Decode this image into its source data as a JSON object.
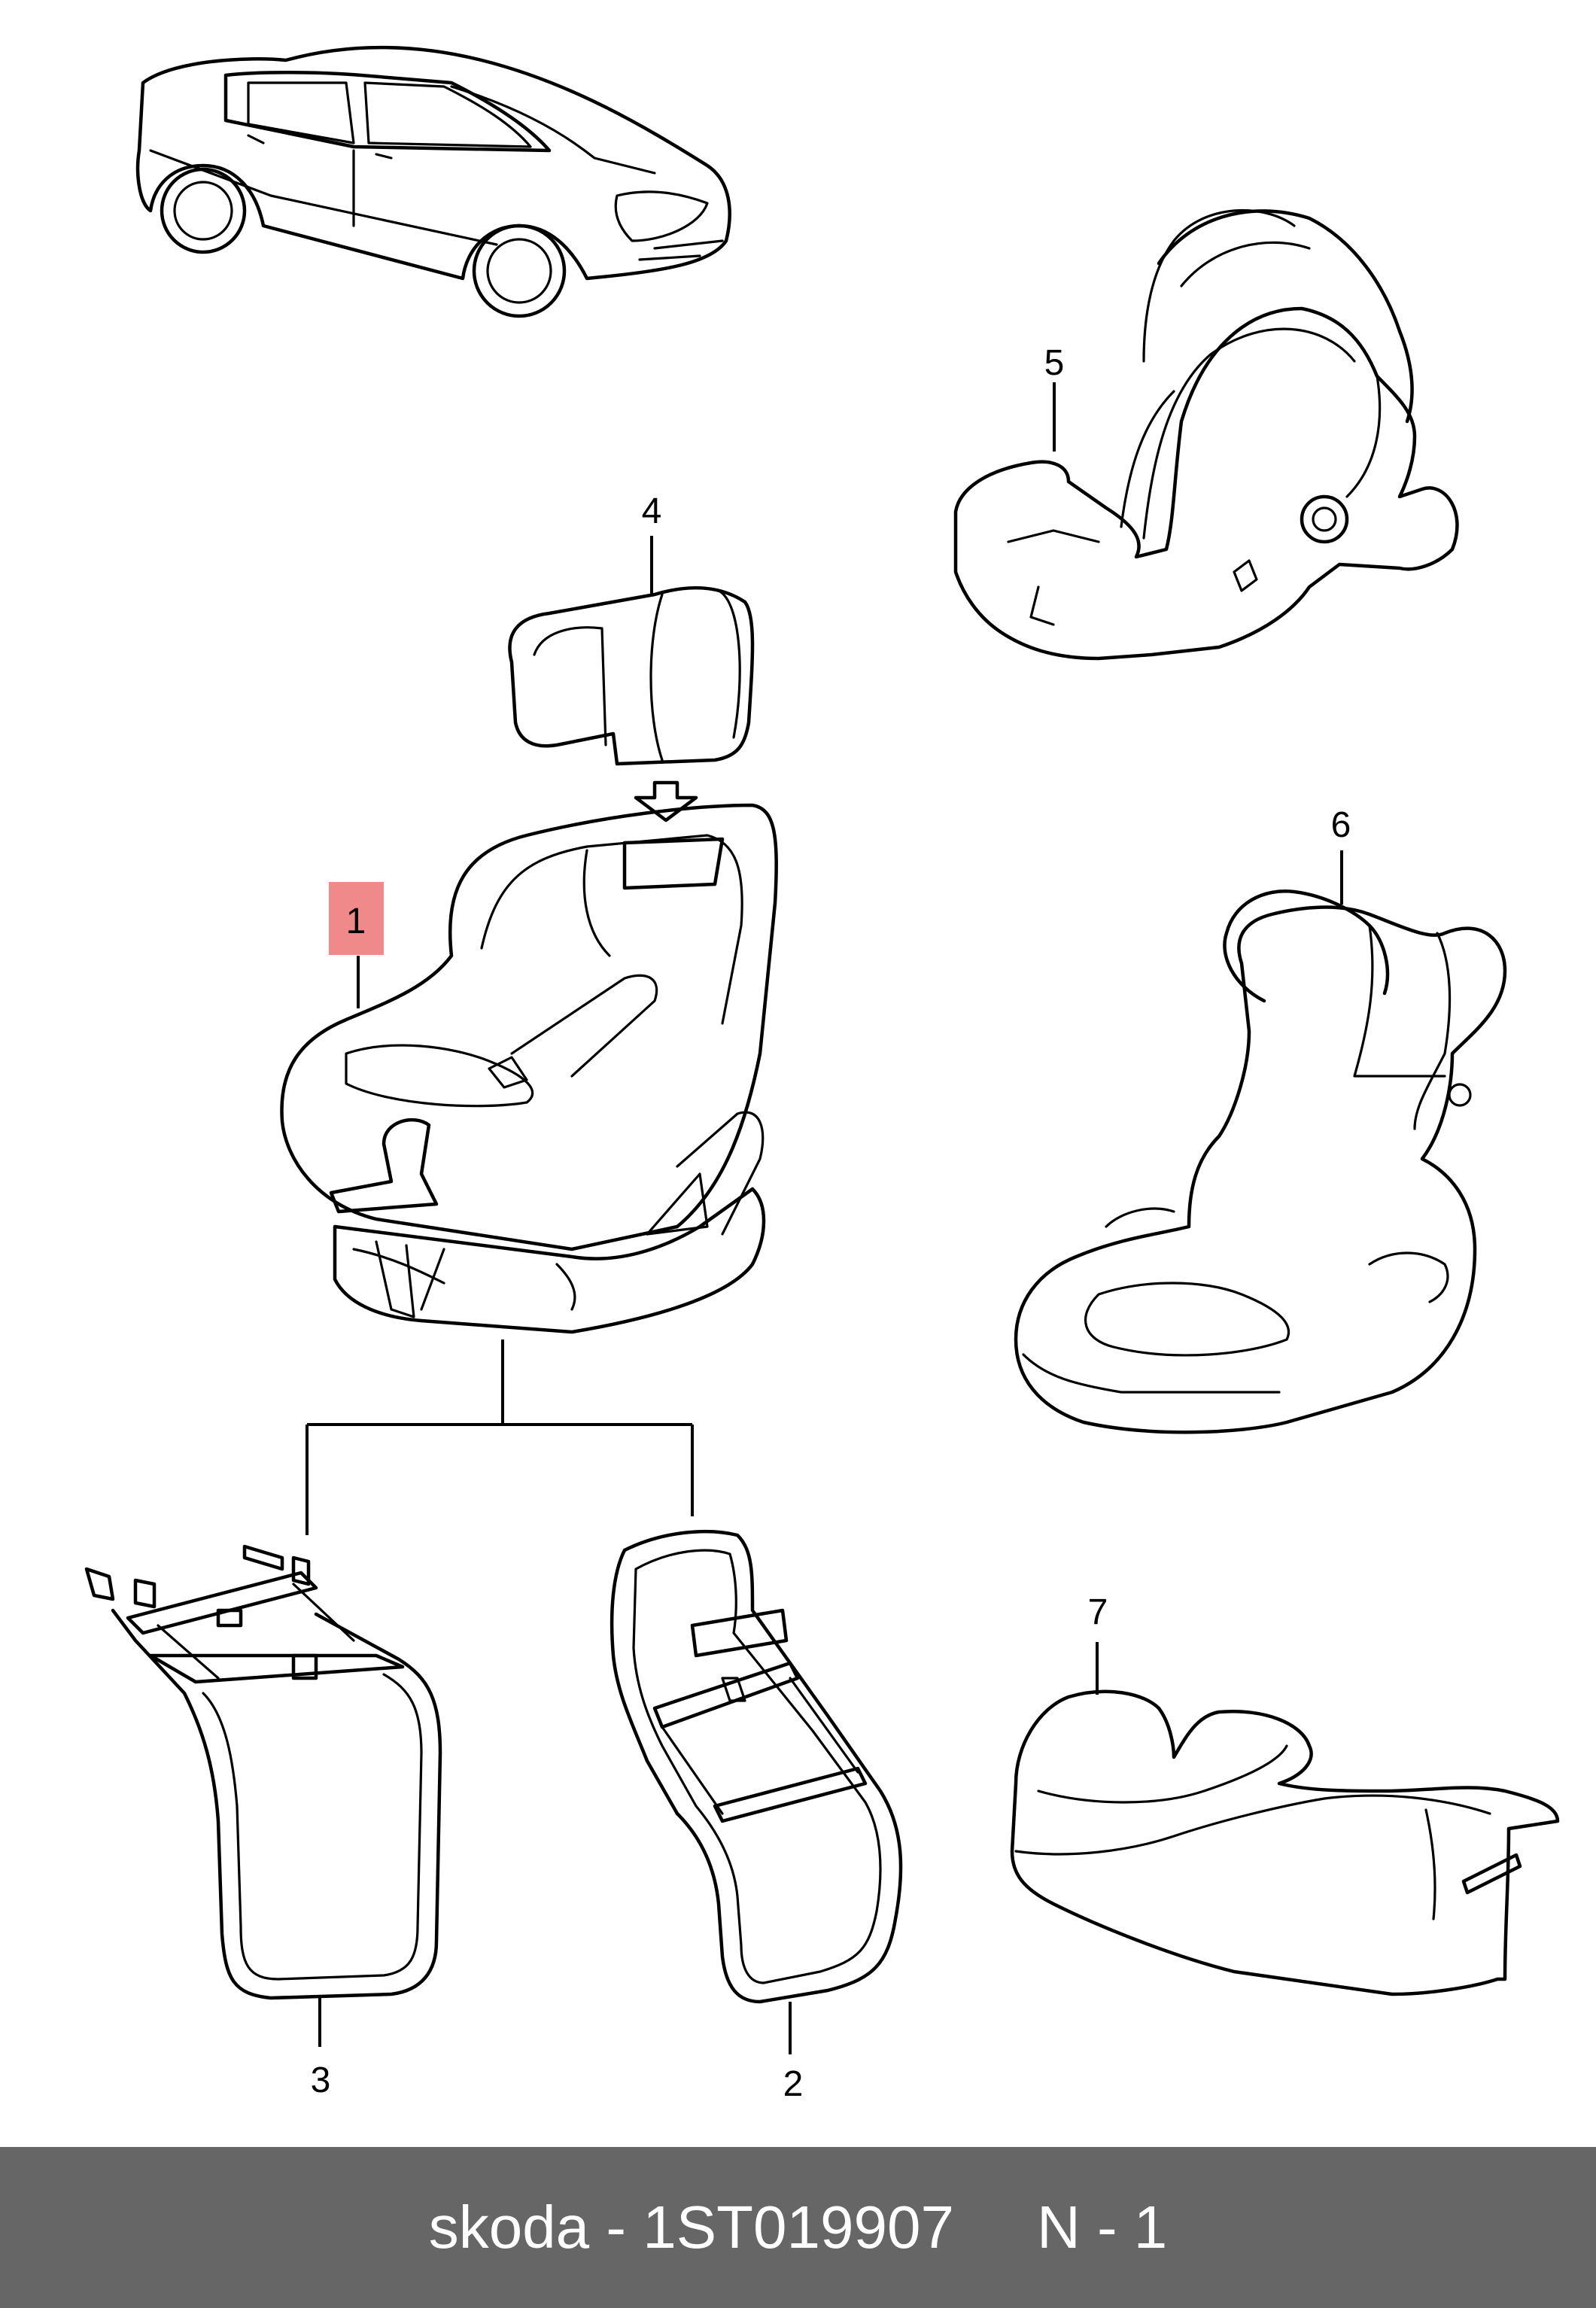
{
  "callouts": {
    "c1": "1",
    "c2": "2",
    "c3": "3",
    "c4": "4",
    "c5": "5",
    "c6": "6",
    "c7": "7"
  },
  "highlight_color": "#f08a8a",
  "footer": {
    "brand_part": "skoda - 1ST019907",
    "index": "N - 1"
  }
}
